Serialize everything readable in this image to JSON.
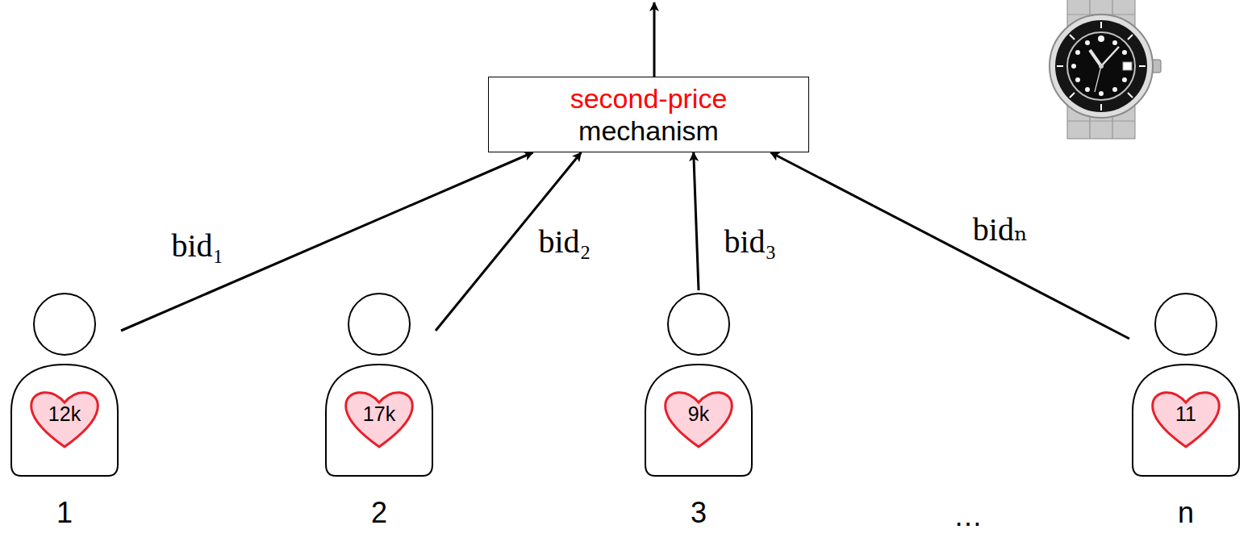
{
  "diagram": {
    "nodes": [
      {
        "text": [
          "second-price",
          "mechanism"
        ]
      },
      {
        "text": [
          "1"
        ]
      },
      {
        "text": [
          "12k"
        ],
        "in": 1
      },
      {
        "text": [
          "2"
        ]
      },
      {
        "text": [
          "17k"
        ],
        "in": 3
      },
      {
        "text": [
          "3"
        ]
      },
      {
        "text": [
          "9k"
        ],
        "in": 5
      },
      {
        "text": [
          "n"
        ]
      },
      {
        "text": [
          "11"
        ],
        "in": 7
      }
    ],
    "edges": [
      {
        "from": 1,
        "to": 0,
        "label": "bid₁",
        "arrow": "to"
      },
      {
        "from": 3,
        "to": 0,
        "label": "bid₂",
        "arrow": "to"
      },
      {
        "from": 5,
        "to": 0,
        "label": "bid₃",
        "arrow": "to"
      },
      {
        "from": 7,
        "to": 0,
        "label": "bidₙ",
        "arrow": "to"
      }
    ],
    "labels": [
      "…"
    ]
  }
}
